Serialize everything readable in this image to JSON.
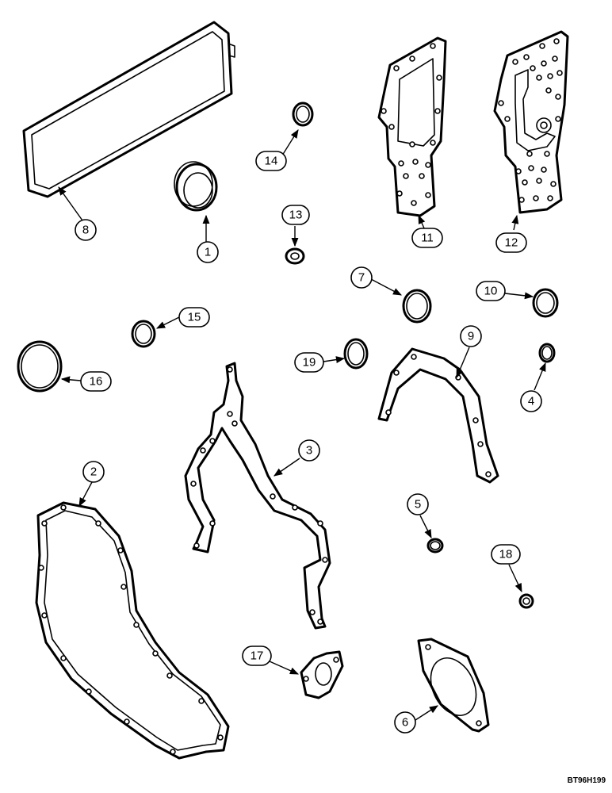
{
  "callouts": {
    "c1": "1",
    "c2": "2",
    "c3": "3",
    "c4": "4",
    "c5": "5",
    "c6": "6",
    "c7": "7",
    "c8": "8",
    "c9": "9",
    "c10": "10",
    "c11": "11",
    "c12": "12",
    "c13": "13",
    "c14": "14",
    "c15": "15",
    "c16": "16",
    "c17": "17",
    "c18": "18",
    "c19": "19"
  },
  "figure_code": "BT96H199"
}
